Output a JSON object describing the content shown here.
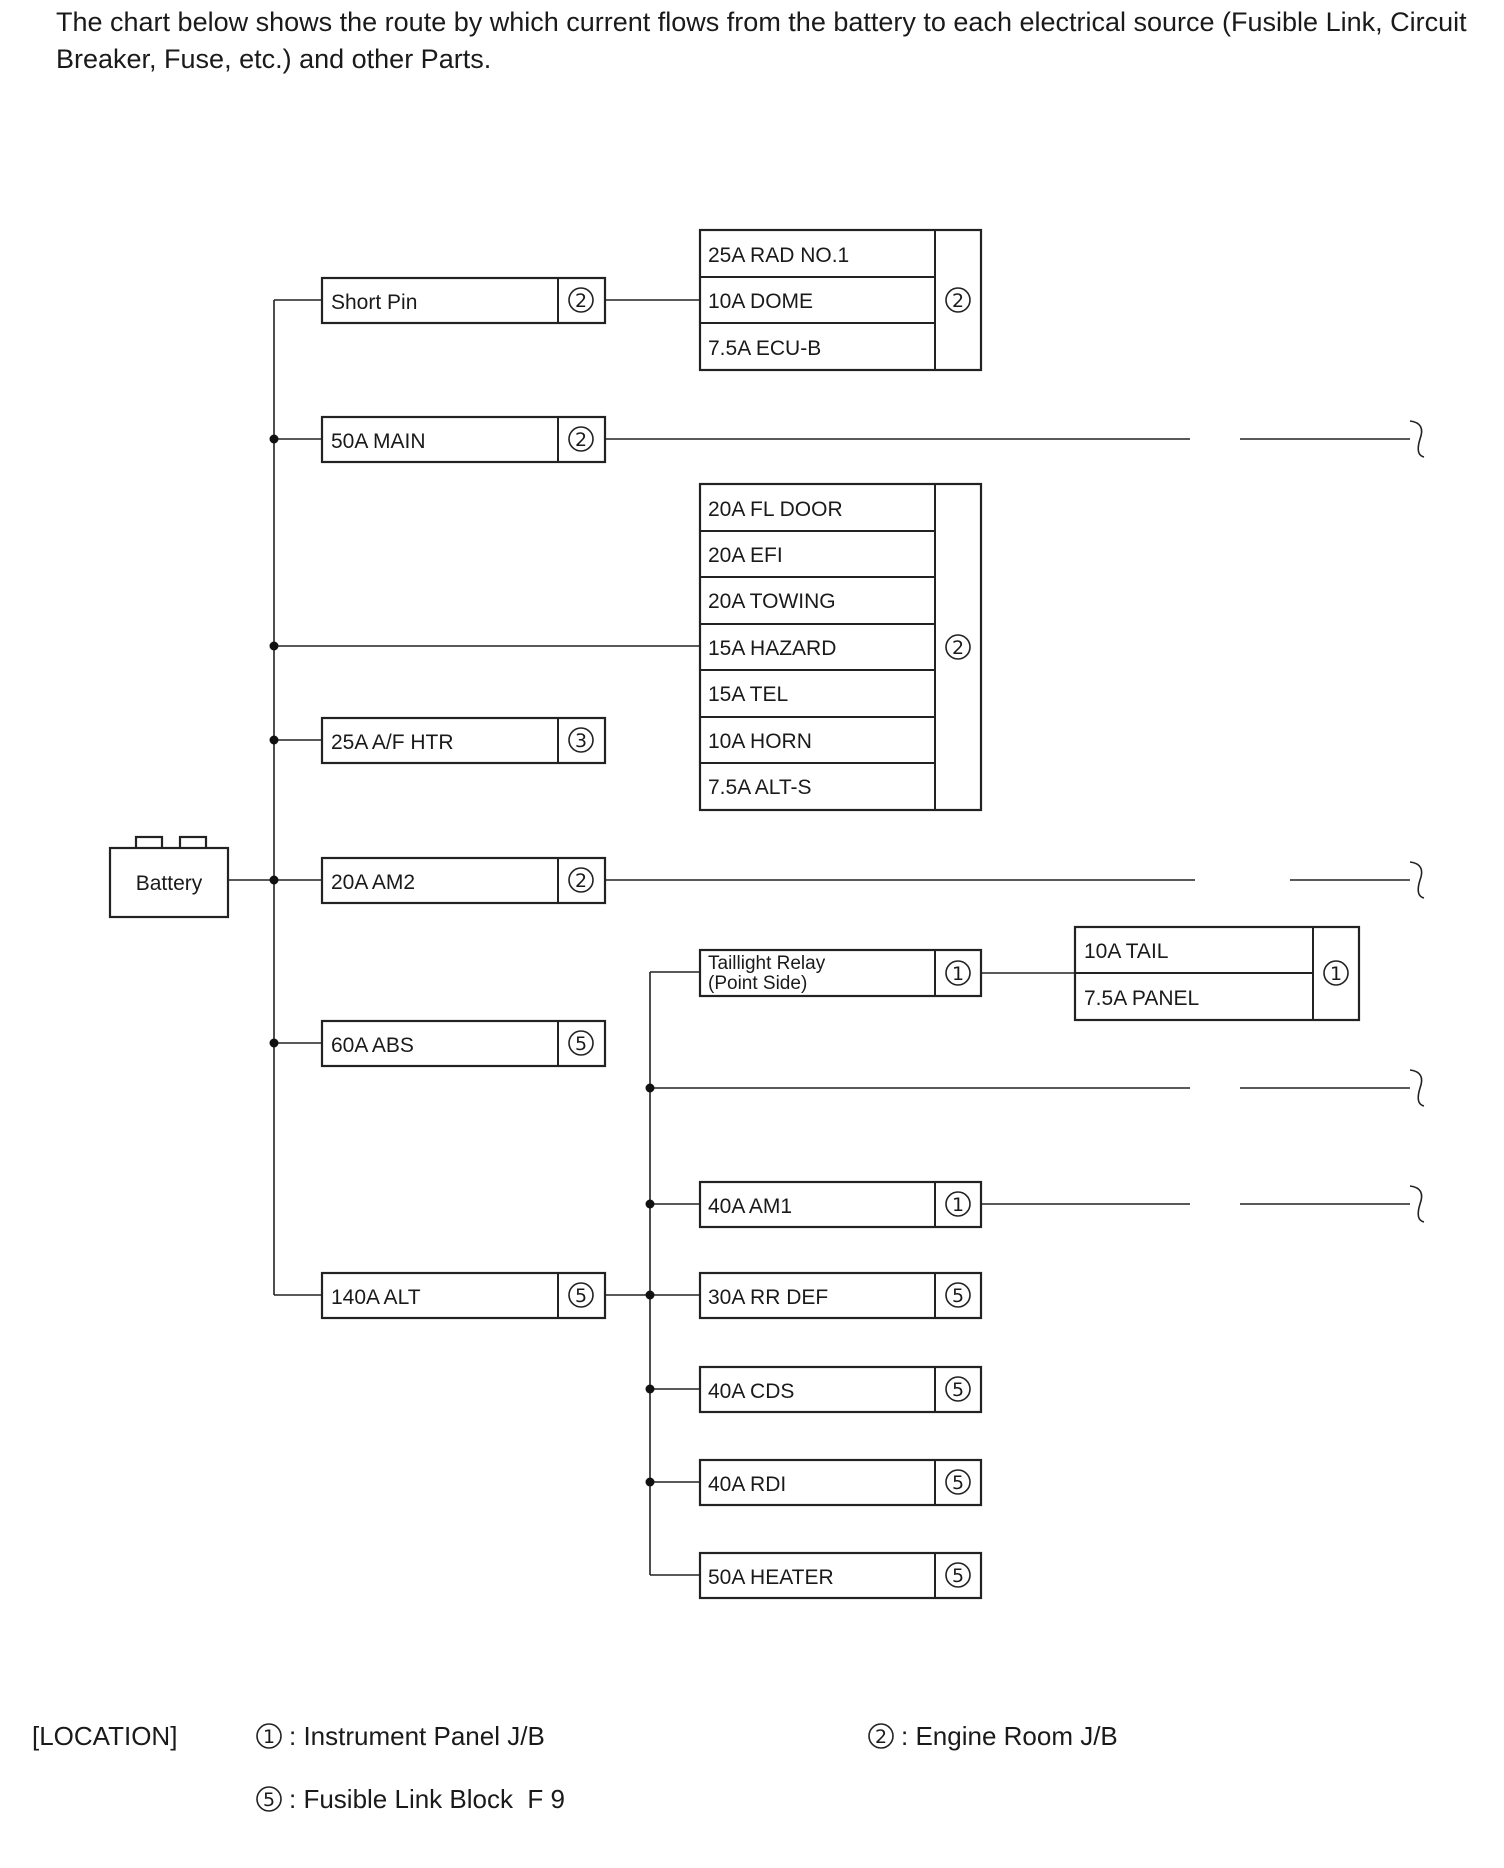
{
  "intro_text": "The chart below shows the route by which current flows from the battery to each electrical source (Fusible Link, Circuit Breaker, Fuse, etc.) and other Parts.",
  "battery": "Battery",
  "level1": [
    {
      "id": "short-pin",
      "label": "Short Pin",
      "loc": "2"
    },
    {
      "id": "50a-main",
      "label": "50A MAIN",
      "loc": "2"
    },
    {
      "id": "25a-af-htr",
      "label": "25A A/F HTR",
      "loc": "3"
    },
    {
      "id": "20a-am2",
      "label": "20A AM2",
      "loc": "2"
    },
    {
      "id": "60a-abs",
      "label": "60A ABS",
      "loc": "5"
    },
    {
      "id": "140a-alt",
      "label": "140A ALT",
      "loc": "5"
    }
  ],
  "group_short_pin": {
    "loc": "2",
    "items": [
      "25A RAD NO.1",
      "10A DOME",
      "7.5A ECU-B"
    ]
  },
  "group_direct": {
    "loc": "2",
    "items": [
      "20A FL DOOR",
      "20A EFI",
      "20A TOWING",
      "15A HAZARD",
      "15A TEL",
      "10A HORN",
      "7.5A ALT-S"
    ]
  },
  "taillight_relay": {
    "line1": "Taillight Relay",
    "line2": "(Point Side)",
    "loc": "1"
  },
  "group_taillight": {
    "loc": "1",
    "items": [
      "10A TAIL",
      "7.5A PANEL"
    ]
  },
  "alt_children": [
    {
      "id": "40a-am1",
      "label": "40A AM1",
      "loc": "1"
    },
    {
      "id": "30a-rr-def",
      "label": "30A RR DEF",
      "loc": "5"
    },
    {
      "id": "40a-cds",
      "label": "40A CDS",
      "loc": "5"
    },
    {
      "id": "40a-rdi",
      "label": "40A RDI",
      "loc": "5"
    },
    {
      "id": "50a-heater",
      "label": "50A HEATER",
      "loc": "5"
    }
  ],
  "location": {
    "heading": "[LOCATION]",
    "entries": [
      {
        "num": "1",
        "text": ": Instrument Panel J/B"
      },
      {
        "num": "2",
        "text": ": Engine Room J/B"
      },
      {
        "num": "5",
        "text": ": Fusible Link Block  F 9"
      }
    ]
  }
}
